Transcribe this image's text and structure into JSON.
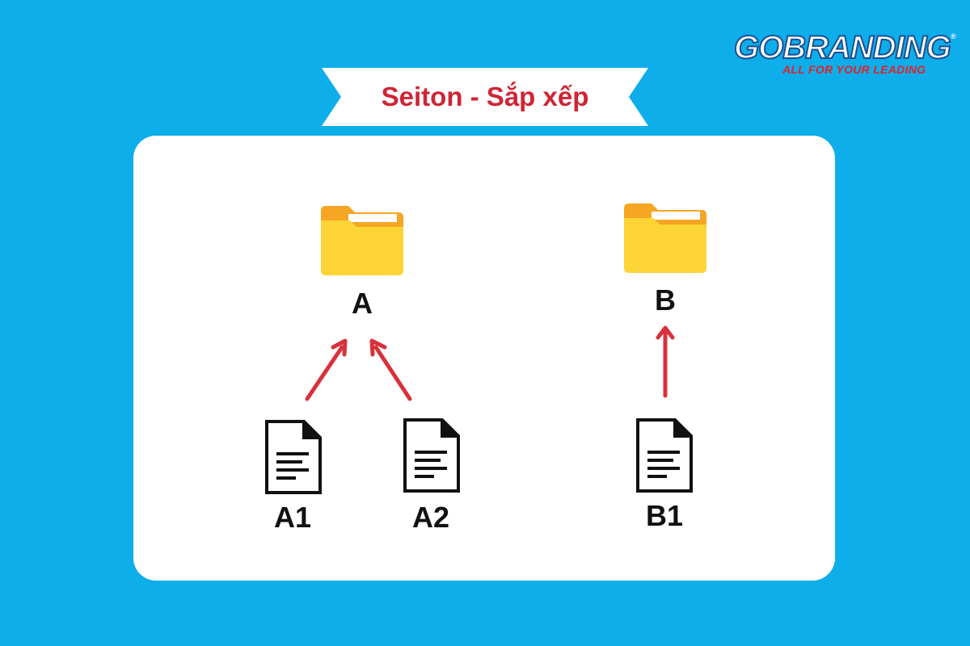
{
  "logo": {
    "brand": "GOBRANDING",
    "registered": "®",
    "tagline": "ALL FOR YOUR LEADING"
  },
  "banner": {
    "title": "Seiton - Sắp xếp"
  },
  "diagram": {
    "folders": [
      {
        "id": "folder-a",
        "label": "A"
      },
      {
        "id": "folder-b",
        "label": "B"
      }
    ],
    "files": [
      {
        "id": "file-a1",
        "label": "A1",
        "parent": "A"
      },
      {
        "id": "file-a2",
        "label": "A2",
        "parent": "A"
      },
      {
        "id": "file-b1",
        "label": "B1",
        "parent": "B"
      }
    ]
  },
  "colors": {
    "background": "#0eaeea",
    "card": "#ffffff",
    "arrow": "#d9313b",
    "title_text": "#cf2534",
    "folder_body": "#fdd435",
    "folder_back": "#f6a623",
    "folder_paper": "#ffffff",
    "logo_outline": "#1d4f93",
    "tagline": "#e2212a"
  }
}
